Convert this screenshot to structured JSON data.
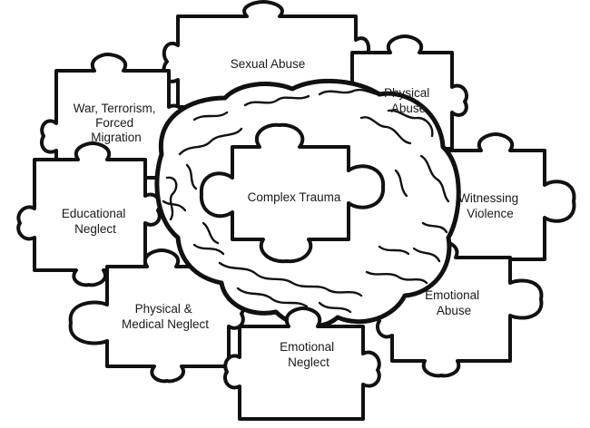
{
  "diagram": {
    "center": [
      "Complex Trauma"
    ],
    "pieces": {
      "sexual_abuse": [
        "Sexual Abuse"
      ],
      "war": [
        "War, Terrorism,",
        "Forced",
        "Migration"
      ],
      "physical_abuse": [
        "Physical",
        "Abuse"
      ],
      "educational_neglect": [
        "Educational",
        "Neglect"
      ],
      "witnessing_violence": [
        "Witnessing",
        "Violence"
      ],
      "physical_medical_neglect": [
        "Physical &",
        "Medical Neglect"
      ],
      "emotional_abuse": [
        "Emotional",
        "Abuse"
      ],
      "emotional_neglect": [
        "Emotional",
        "Neglect"
      ]
    }
  }
}
